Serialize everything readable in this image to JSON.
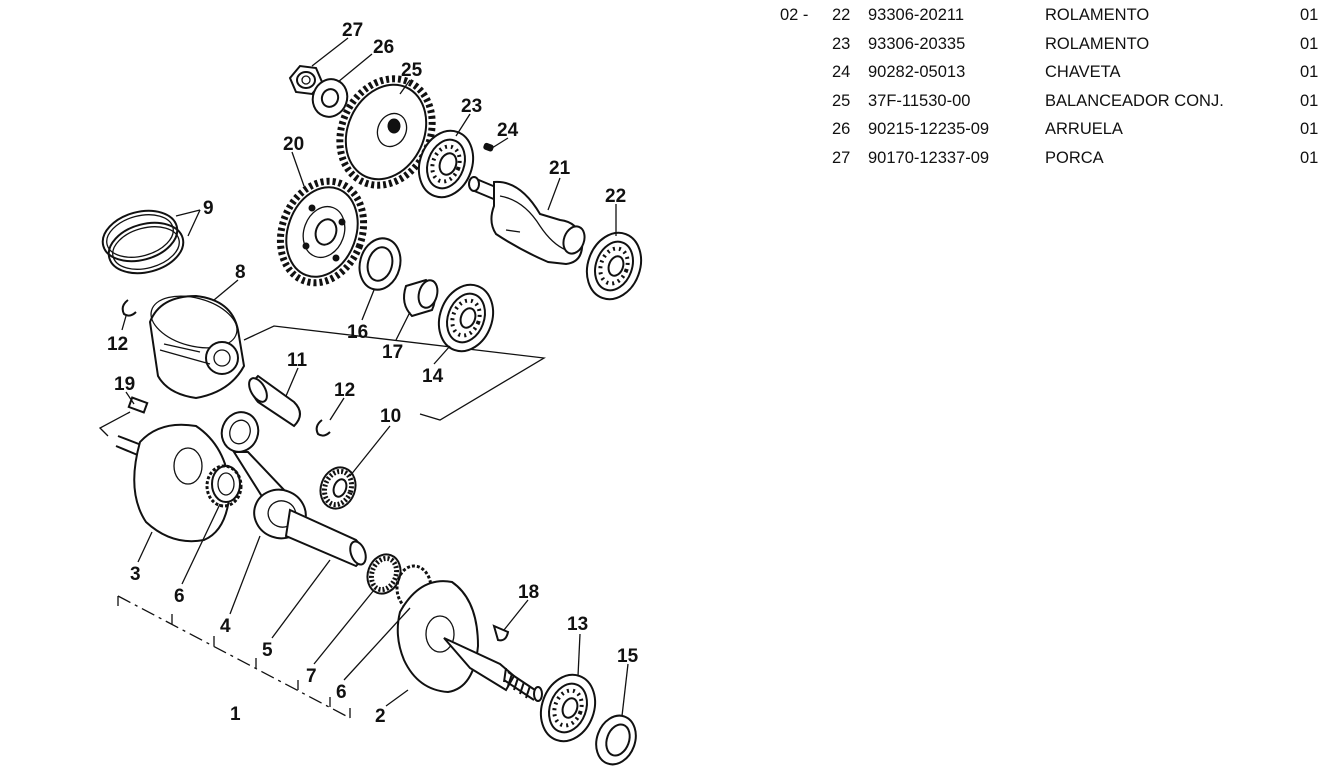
{
  "diagram": {
    "callouts": [
      {
        "id": "c27",
        "text": "27"
      },
      {
        "id": "c26",
        "text": "26"
      },
      {
        "id": "c25",
        "text": "25"
      },
      {
        "id": "c23",
        "text": "23"
      },
      {
        "id": "c24",
        "text": "24"
      },
      {
        "id": "c20",
        "text": "20"
      },
      {
        "id": "c21",
        "text": "21"
      },
      {
        "id": "c22",
        "text": "22"
      },
      {
        "id": "c9",
        "text": "9"
      },
      {
        "id": "c8",
        "text": "8"
      },
      {
        "id": "c12a",
        "text": "12"
      },
      {
        "id": "c16",
        "text": "16"
      },
      {
        "id": "c17",
        "text": "17"
      },
      {
        "id": "c14",
        "text": "14"
      },
      {
        "id": "c11",
        "text": "11"
      },
      {
        "id": "c12b",
        "text": "12"
      },
      {
        "id": "c19",
        "text": "19"
      },
      {
        "id": "c10",
        "text": "10"
      },
      {
        "id": "c3",
        "text": "3"
      },
      {
        "id": "c6a",
        "text": "6"
      },
      {
        "id": "c4",
        "text": "4"
      },
      {
        "id": "c5",
        "text": "5"
      },
      {
        "id": "c7",
        "text": "7"
      },
      {
        "id": "c6b",
        "text": "6"
      },
      {
        "id": "c1",
        "text": "1"
      },
      {
        "id": "c2",
        "text": "2"
      },
      {
        "id": "c18",
        "text": "18"
      },
      {
        "id": "c13",
        "text": "13"
      },
      {
        "id": "c15",
        "text": "15"
      }
    ]
  },
  "parts_list": {
    "group": "02 -",
    "rows": [
      {
        "num": "22",
        "code": "93306-20211",
        "name": "ROLAMENTO",
        "qty": "01"
      },
      {
        "num": "23",
        "code": "93306-20335",
        "name": "ROLAMENTO",
        "qty": "01"
      },
      {
        "num": "24",
        "code": "90282-05013",
        "name": "CHAVETA",
        "qty": "01"
      },
      {
        "num": "25",
        "code": "37F-11530-00",
        "name": "BALANCEADOR CONJ.",
        "qty": "01"
      },
      {
        "num": "26",
        "code": "90215-12235-09",
        "name": "ARRUELA",
        "qty": "01"
      },
      {
        "num": "27",
        "code": "90170-12337-09",
        "name": "PORCA",
        "qty": "01"
      }
    ]
  }
}
